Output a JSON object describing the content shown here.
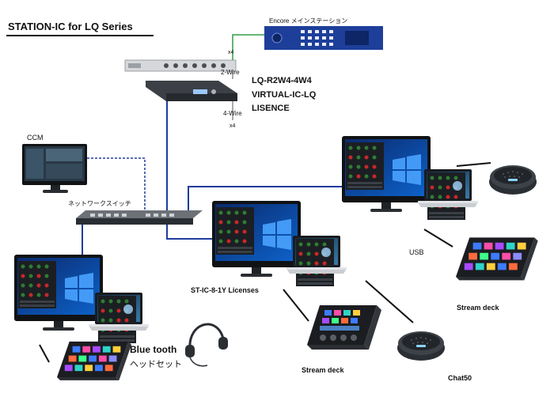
{
  "title": "STATION-IC for LQ Series",
  "labels": {
    "encore": "Encore メインステーション",
    "x4_top": "x4",
    "two_wire": "2-Wire",
    "lq_model": "LQ-R2W4-4W4",
    "virtual_ic": "VIRTUAL-IC-LQ",
    "lisence": "LISENCE",
    "four_wire": "4-Wire",
    "x4_bottom": "x4",
    "ccm": "CCM",
    "network_switch": "ネットワークスイッチ",
    "usb": "USB",
    "st_ic": "ST-IC-8-1Y Licenses",
    "stream_deck_right": "Stream deck",
    "stream_deck_center": "Stream deck",
    "chat50": "Chat50",
    "bluetooth": "Blue tooth",
    "headset": "ヘッドセット"
  },
  "colors": {
    "network_link": "#1f3c9c",
    "encore_link": "#2f9e44",
    "panel_blue": "#1d3f9a"
  }
}
